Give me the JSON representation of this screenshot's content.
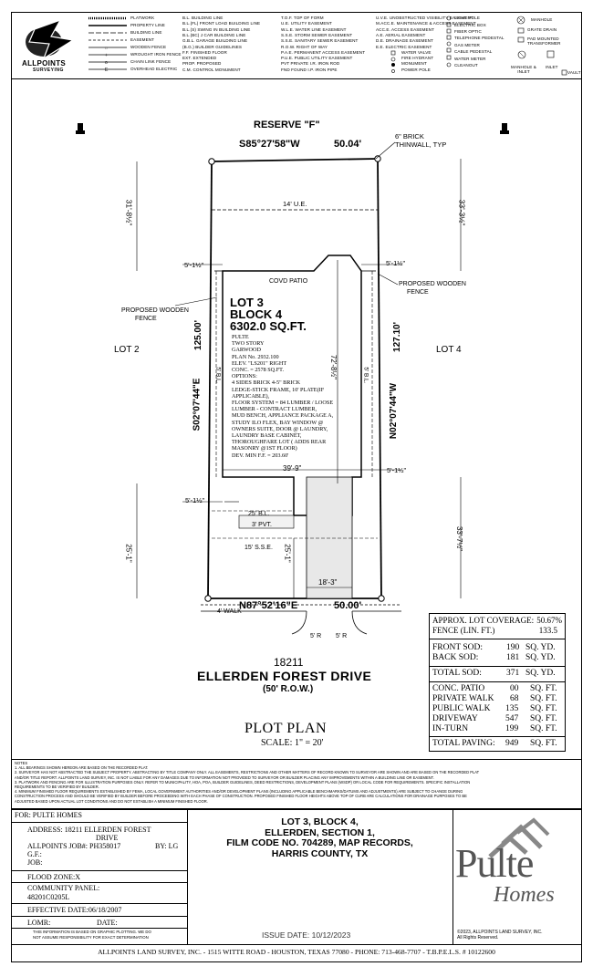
{
  "header": {
    "company_logo_text": "ALLPOINTS",
    "company_logo_sub": "SURVEYING",
    "legend_lines": [
      "PLATWORK",
      "PROPERTY LINE",
      "BUILDING LINE",
      "EASEMENT",
      "WOODEN FENCE",
      "WROUGHT IRON FENCE",
      "CHAIN LINK FENCE",
      "OVERHEAD ELECTRIC"
    ],
    "legend_col2": [
      "B.L. BUILDING LINE",
      "B.L.(FL) FRONT LOAD BUILDING LINE",
      "B.L.(S) SWING IN BUILDING LINE",
      "B.L.(BC) J CAR BUILDING LINE",
      "G.B.L. GARAGE BUILDING LINE",
      "(B.G.) BUILDER GUIDELINES",
      "F.F. FINISHED FLOOR",
      "EXT. EXTENDED",
      "PROP. PROPOSED",
      "C.M. CONTROL MONUMENT"
    ],
    "legend_col3": [
      "T.O.F. TOP OF FORM",
      "U.E. UTILITY EASEMENT",
      "W.L.E. WATER LINE EASEMENT",
      "S.S.E. STORM SEWER EASEMENT",
      "S.S.E. SANITARY SEWER EASEMENT",
      "R.O.W. RIGHT OF WAY",
      "P.A.E. PERMANENT ACCESS EASEMENT",
      "P.U.E. PUBLIC UTILITY EASEMENT",
      "PVT PRIVATE I.R. IRON ROD",
      "FND FOUND I.P. IRON PIPE"
    ],
    "legend_col4": [
      "U.V.E. UNOBSTRUCTED VISIBILITY EASEMENT",
      "M.ACC.E. MAINTENANCE & ACCESS EASEMENT",
      "ACC.E. ACCESS EASEMENT",
      "A.E. AERIAL EASEMENT",
      "D.E. DRAINAGE EASEMENT",
      "E.E. ELECTRIC EASEMENT",
      "WATER VALVE",
      "FIRE HYDRANT",
      "MONUMENT",
      "POWER POLE"
    ],
    "legend_col5": [
      "LIGHT POLE",
      "ELECTRIC BOX",
      "FIBER OPTIC",
      "TELEPHONE PEDESTAL",
      "GAS METER",
      "CABLE PEDESTAL",
      "WATER METER",
      "CLEANOUT"
    ],
    "legend_col6": [
      "MANHOLE",
      "GRATE DRAIN",
      "PAD MOUNTED TRANSFORMER",
      "MANHOLE & INLET",
      "INLET",
      "VAULT"
    ]
  },
  "plan": {
    "reserve": "RESERVE \"F\"",
    "top_bearing": "S85°27'58\"W",
    "top_distance": "50.04'",
    "brick_note_1": "6\" BRICK",
    "brick_note_2": "THINWALL, TYP",
    "ue": "14' U.E.",
    "dim_left_top": "31'-8½\"",
    "dim_right_top": "33'-3½\"",
    "side_5_left": "5'-1½\"",
    "side_5_right": "5'-1½\"",
    "covd_patio": "COVD PATIO",
    "prop_fence_left_1": "PROPOSED WOODEN",
    "prop_fence_left_2": "FENCE",
    "prop_fence_right_1": "PROPOSED WOODEN",
    "prop_fence_right_2": "FENCE",
    "lot_title_1": "LOT 3",
    "lot_title_2": "BLOCK 4",
    "lot_area": "6302.0 SQ.FT.",
    "house_notes": [
      "PULTE",
      "TWO STORY",
      "GARWOOD",
      "PLAN No. 2932.100",
      "ELEV. \"LS201\" RIGHT",
      "CONC. = 2578 SQ.FT.",
      "OPTIONS:",
      "4 SIDES BRICK 4-5\" BRICK",
      "LEDGE-STICK FRAME, 10' PLATE(IF",
      "APPLICABLE),",
      "FLOOR SYSTEM = 84 LUMBER / LOOSE",
      "LUMBER - CONTRACT LUMBER,",
      "MUD BENCH, APPLIANCE PACKAGE A,",
      "STUDY ILO FLEX, BAY WINDOW @",
      "OWNERS SUITE, DOOR @ LAUNDRY,",
      "LAUNDRY BASE CABINET,",
      "THOROUGHFARE LOT ( ADDS REAR",
      "MASONRY @1ST FLOOR)",
      "DEV. MIN F.F. = 203.60'"
    ],
    "lot2": "LOT 2",
    "lot4": "LOT 4",
    "left_bearing": "S02°07'44\"E",
    "left_distance": "125.00'",
    "right_bearing": "N02°07'44\"W",
    "right_distance": "127.10'",
    "house_depth": "72'-8½\"",
    "bl_left": "5' B.L.",
    "bl_right": "5' B.L.",
    "house_width": "39'-9\"",
    "side_front_left": "5'-1½\"",
    "side_front_right": "5'-1½\"",
    "bl_25": "25' B.L.",
    "pvt": "3' PVT.",
    "sse": "15' S.S.E.",
    "front_left_dim": "25'-1\"",
    "front_mid_dim": "25'-1\"",
    "front_right_dim": "33'-7½\"",
    "drive_width": "18'-3\"",
    "bottom_bearing": "N87°52'16\"E",
    "bottom_distance": "50.00'",
    "walk": "4' WALK",
    "radius_1": "5' R",
    "radius_2": "5' R",
    "street_number": "18211",
    "street_name": "ELLERDEN FOREST DRIVE",
    "row": "(50' R.O.W.)",
    "plan_title": "PLOT PLAN",
    "scale": "SCALE: 1\" = 20'"
  },
  "coverage": {
    "lot_coverage_label": "APPROX. LOT COVERAGE:",
    "lot_coverage_value": "50.67%",
    "fence_label": "FENCE (LIN. FT.)",
    "fence_value": "133.5",
    "sod_rows": [
      {
        "label": "FRONT SOD:",
        "value": "190",
        "unit": "SQ. YD."
      },
      {
        "label": "BACK SOD:",
        "value": "181",
        "unit": "SQ. YD."
      }
    ],
    "total_sod": {
      "label": "TOTAL SOD:",
      "value": "371",
      "unit": "SQ. YD."
    },
    "paving_rows": [
      {
        "label": "CONC. PATIO",
        "value": "00",
        "unit": "SQ. FT."
      },
      {
        "label": "PRIVATE WALK",
        "value": "68",
        "unit": "SQ. FT."
      },
      {
        "label": "PUBLIC WALK",
        "value": "135",
        "unit": "SQ. FT."
      },
      {
        "label": "DRIVEWAY",
        "value": "547",
        "unit": "SQ. FT."
      },
      {
        "label": "IN-TURN",
        "value": "199",
        "unit": "SQ. FT."
      }
    ],
    "total_paving": {
      "label": "TOTAL PAVING:",
      "value": "949",
      "unit": "SQ. FT."
    }
  },
  "notes": {
    "title": "NOTES",
    "lines": [
      "1. ALL BEARINGS SHOWN HEREON ARE BASED ON THE RECORDED PLAT.",
      "2. SURVEYOR HAS NOT ABSTRACTED THE SUBJECT PROPERTY. ABSTRACTING BY TITLE COMPANY ONLY. ALL EASEMENTS, RESTRICTIONS AND OTHER MATTERS OF RECORD KNOWN TO SURVEYOR ARE SHOWN AND ARE BASED ON THE RECORDED PLAT",
      "AND/OR TITLE REPORT. ALLPOINTS LAND SURVEY, INC. IS NOT LIABLE FOR ANY DAMAGES DUE TO INFORMATION NOT PROVIDED TO SURVEYOR OR BUILDER PLACING ANY IMPROVEMENTS WITHIN A BUILDING LINE OR EASEMENT.",
      "3. PLATWORK AND FENCING ARE FOR ILLUSTRATION PURPOSES ONLY. REFER TO MUNICIPALITY, HOA, POA, BUILDER GUIDELINES, DEED RESTRICTIONS, DEVELOPMENT PLANS (WSDP) OR LOCAL CODE FOR REQUIREMENTS. SPECIFIC INSTALLATION",
      "REQUIREMENTS TO BE VERIFIED BY BUILDER.",
      "4. MINIMUM FINISHED FLOOR REQUIREMENTS ESTABLISHED BY FEMA, LOCAL GOVERNMENT AUTHORITIES AND/OR DEVELOPMENT PLANS (INCLUDING APPLICABLE BENCHMARKS/DATUMS AND ADJUSTMENTS) ARE SUBJECT TO CHANGE DURING",
      "CONSTRUCTION PROCESS AND SHOULD BE VERIFIED BY BUILDER BEFORE PROCEEDING WITH EACH PHASE OF CONSTRUCTION. PROPOSED FINISHED FLOOR HEIGHTS ABOVE TOP OF CURB ARE CALCULATIONS FOR DRAINAGE PURPOSES TO BE",
      "ADJUSTED BASED UPON ACTUAL LOT CONDITIONS AND DO NOT ESTABLISH A MINIMUM FINISHED FLOOR."
    ]
  },
  "titleblock": {
    "for_label": "FOR:",
    "for_value": "PULTE HOMES",
    "address_label": "ADDRESS:",
    "address_value": "18211 ELLERDEN FOREST",
    "address_value_2": "DRIVE",
    "job_label": "ALLPOINTS JOB#:",
    "job_value": "PH358017",
    "by_label": "BY:",
    "by_value": "LG",
    "gf_label": "G.F.:",
    "job2_label": "JOB:",
    "flood_label": "FLOOD ZONE:",
    "flood_value": "X",
    "panel_label": "COMMUNITY PANEL:",
    "panel_value": "48201C0205L",
    "effective_label": "EFFECTIVE DATE:",
    "effective_value": "06/18/2007",
    "lomr_label": "LOMR:",
    "date_label": "DATE:",
    "disclaimer_1": "THIS INFORMATION IS BASED ON GRAPHIC PLOTTING. WE DO",
    "disclaimer_2": "NOT ASSUME RESPONSIBILITY FOR EXACT DETERMINATION",
    "legal_1": "LOT 3, BLOCK 4,",
    "legal_2": "ELLERDEN, SECTION 1,",
    "legal_3": "FILM CODE NO. 704289, MAP RECORDS,",
    "legal_4": "HARRIS COUNTY, TX",
    "issue_date": "ISSUE DATE: 10/12/2023",
    "brand_1": "Pulte",
    "brand_2": "Homes",
    "copyright_1": "©2023, ALLPOINTS LAND SURVEY, INC.",
    "copyright_2": "All Rights Reserved.",
    "footer": "ALLPOINTS LAND SURVEY, INC. - 1515 WITTE ROAD - HOUSTON, TEXAS 77080 - PHONE: 713-468-7707 - T.B.P.E.L.S. # 10122600"
  }
}
